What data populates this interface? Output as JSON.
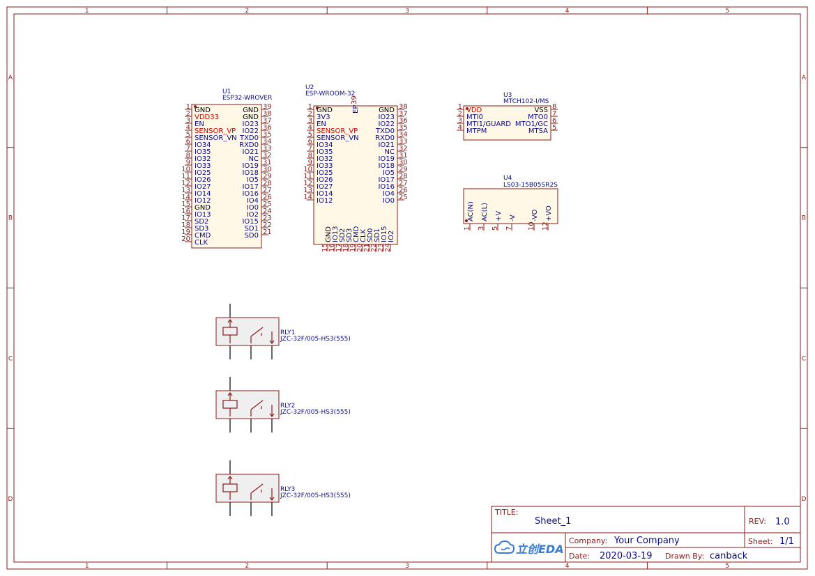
{
  "frame": {
    "columns": [
      "1",
      "2",
      "3",
      "4",
      "5"
    ],
    "rows": [
      "A",
      "B",
      "C",
      "D"
    ]
  },
  "components": {
    "u1": {
      "ref": "U1",
      "part": "ESP32-WROVER",
      "left_pins": [
        {
          "num": "1",
          "name": "GND",
          "kind": "gnd"
        },
        {
          "num": "2",
          "name": "VDD33",
          "kind": "pw"
        },
        {
          "num": "3",
          "name": "EN",
          "kind": "io"
        },
        {
          "num": "4",
          "name": "SENSOR_VP",
          "kind": "pw"
        },
        {
          "num": "5",
          "name": "SENSOR_VN",
          "kind": "io"
        },
        {
          "num": "6",
          "name": "IO34",
          "kind": "io"
        },
        {
          "num": "7",
          "name": "IO35",
          "kind": "io"
        },
        {
          "num": "8",
          "name": "IO32",
          "kind": "io"
        },
        {
          "num": "9",
          "name": "IO33",
          "kind": "io"
        },
        {
          "num": "10",
          "name": "IO25",
          "kind": "io"
        },
        {
          "num": "11",
          "name": "IO26",
          "kind": "io"
        },
        {
          "num": "12",
          "name": "IO27",
          "kind": "io"
        },
        {
          "num": "13",
          "name": "IO14",
          "kind": "io"
        },
        {
          "num": "14",
          "name": "IO12",
          "kind": "io"
        },
        {
          "num": "15",
          "name": "GND",
          "kind": "gnd"
        },
        {
          "num": "16",
          "name": "IO13",
          "kind": "io"
        },
        {
          "num": "17",
          "name": "SD2",
          "kind": "io"
        },
        {
          "num": "18",
          "name": "SD3",
          "kind": "io"
        },
        {
          "num": "19",
          "name": "CMD",
          "kind": "io"
        },
        {
          "num": "20",
          "name": "CLK",
          "kind": "io"
        }
      ],
      "right_pins": [
        {
          "num": "39",
          "name": "GND",
          "kind": "gnd"
        },
        {
          "num": "38",
          "name": "GND",
          "kind": "gnd"
        },
        {
          "num": "37",
          "name": "IO23",
          "kind": "io"
        },
        {
          "num": "36",
          "name": "IO22",
          "kind": "io"
        },
        {
          "num": "35",
          "name": "TXD0",
          "kind": "io"
        },
        {
          "num": "34",
          "name": "RXD0",
          "kind": "io"
        },
        {
          "num": "33",
          "name": "IO21",
          "kind": "io"
        },
        {
          "num": "32",
          "name": "NC",
          "kind": "io"
        },
        {
          "num": "31",
          "name": "IO19",
          "kind": "io"
        },
        {
          "num": "30",
          "name": "IO18",
          "kind": "io"
        },
        {
          "num": "29",
          "name": "IO5",
          "kind": "io"
        },
        {
          "num": "28",
          "name": "IO17",
          "kind": "io"
        },
        {
          "num": "27",
          "name": "IO16",
          "kind": "io"
        },
        {
          "num": "26",
          "name": "IO4",
          "kind": "io"
        },
        {
          "num": "25",
          "name": "IO0",
          "kind": "io"
        },
        {
          "num": "24",
          "name": "IO2",
          "kind": "io"
        },
        {
          "num": "23",
          "name": "IO15",
          "kind": "io"
        },
        {
          "num": "22",
          "name": "SD1",
          "kind": "io"
        },
        {
          "num": "21",
          "name": "SD0",
          "kind": "io"
        }
      ]
    },
    "u2": {
      "ref": "U2",
      "part": "ESP-WROOM-32",
      "ep_pin": {
        "num": "39",
        "name": "EP"
      },
      "left_pins": [
        {
          "num": "1",
          "name": "GND",
          "kind": "gnd"
        },
        {
          "num": "2",
          "name": "3V3",
          "kind": "io"
        },
        {
          "num": "3",
          "name": "EN",
          "kind": "io"
        },
        {
          "num": "4",
          "name": "SENSOR_VP",
          "kind": "pw"
        },
        {
          "num": "5",
          "name": "SENSOR_VN",
          "kind": "io"
        },
        {
          "num": "6",
          "name": "IO34",
          "kind": "io"
        },
        {
          "num": "7",
          "name": "IO35",
          "kind": "io"
        },
        {
          "num": "8",
          "name": "IO32",
          "kind": "io"
        },
        {
          "num": "9",
          "name": "IO33",
          "kind": "io"
        },
        {
          "num": "10",
          "name": "IO25",
          "kind": "io"
        },
        {
          "num": "11",
          "name": "IO26",
          "kind": "io"
        },
        {
          "num": "12",
          "name": "IO27",
          "kind": "io"
        },
        {
          "num": "13",
          "name": "IO14",
          "kind": "io"
        },
        {
          "num": "14",
          "name": "IO12",
          "kind": "io"
        }
      ],
      "right_pins": [
        {
          "num": "38",
          "name": "GND",
          "kind": "gnd"
        },
        {
          "num": "37",
          "name": "IO23",
          "kind": "io"
        },
        {
          "num": "36",
          "name": "IO22",
          "kind": "io"
        },
        {
          "num": "35",
          "name": "TXD0",
          "kind": "io"
        },
        {
          "num": "34",
          "name": "RXD0",
          "kind": "io"
        },
        {
          "num": "33",
          "name": "IO21",
          "kind": "io"
        },
        {
          "num": "32",
          "name": "NC",
          "kind": "io"
        },
        {
          "num": "31",
          "name": "IO19",
          "kind": "io"
        },
        {
          "num": "30",
          "name": "IO18",
          "kind": "io"
        },
        {
          "num": "29",
          "name": "IO5",
          "kind": "io"
        },
        {
          "num": "28",
          "name": "IO17",
          "kind": "io"
        },
        {
          "num": "27",
          "name": "IO16",
          "kind": "io"
        },
        {
          "num": "26",
          "name": "IO4",
          "kind": "io"
        },
        {
          "num": "25",
          "name": "IO0",
          "kind": "io"
        }
      ],
      "bottom_pins": [
        {
          "num": "15",
          "name": "GND",
          "kind": "gnd"
        },
        {
          "num": "16",
          "name": "IO13",
          "kind": "io"
        },
        {
          "num": "17",
          "name": "SD2",
          "kind": "io"
        },
        {
          "num": "18",
          "name": "SD3",
          "kind": "io"
        },
        {
          "num": "19",
          "name": "CMD",
          "kind": "io"
        },
        {
          "num": "20",
          "name": "CLK",
          "kind": "io"
        },
        {
          "num": "21",
          "name": "SD0",
          "kind": "io"
        },
        {
          "num": "22",
          "name": "SD1",
          "kind": "io"
        },
        {
          "num": "23",
          "name": "IO15",
          "kind": "io"
        },
        {
          "num": "24",
          "name": "IO2",
          "kind": "io"
        }
      ]
    },
    "u3": {
      "ref": "U3",
      "part": "MTCH102-I/MS",
      "left_pins": [
        {
          "num": "1",
          "name": "VDD",
          "kind": "pw"
        },
        {
          "num": "2",
          "name": "MTI0",
          "kind": "io"
        },
        {
          "num": "3",
          "name": "MTI1/GUARD",
          "kind": "io"
        },
        {
          "num": "4",
          "name": "MTPM",
          "kind": "io"
        }
      ],
      "right_pins": [
        {
          "num": "8",
          "name": "VSS",
          "kind": "gnd"
        },
        {
          "num": "7",
          "name": "MTO0",
          "kind": "io"
        },
        {
          "num": "6",
          "name": "MTO1/GC",
          "kind": "io"
        },
        {
          "num": "5",
          "name": "MTSA",
          "kind": "io"
        }
      ]
    },
    "u4": {
      "ref": "U4",
      "part": "LS03-15B05SR2S",
      "bottom_pins": [
        {
          "num": "1",
          "name": "AC(N)",
          "kind": "io"
        },
        {
          "num": "3",
          "name": "AC(L)",
          "kind": "io"
        },
        {
          "num": "5",
          "name": "+V",
          "kind": "io"
        },
        {
          "num": "7",
          "name": "-V",
          "kind": "io"
        },
        {
          "num": "10",
          "name": "-VO",
          "kind": "io"
        },
        {
          "num": "12",
          "name": "+VO",
          "kind": "io"
        }
      ]
    },
    "relays": [
      {
        "ref": "RLY1",
        "part": "JZC-32F/005-HS3(555)"
      },
      {
        "ref": "RLY2",
        "part": "JZC-32F/005-HS3(555)"
      },
      {
        "ref": "RLY3",
        "part": "JZC-32F/005-HS3(555)"
      }
    ]
  },
  "title_block": {
    "title_label": "TITLE:",
    "title": "Sheet_1",
    "rev_label": "REV:",
    "rev": "1.0",
    "company_label": "Company:",
    "company": "Your Company",
    "sheet_label": "Sheet:",
    "sheet": "1/1",
    "date_label": "Date:",
    "date": "2020-03-19",
    "drawn_label": "Drawn By:",
    "drawn_by": "canback",
    "logo_text": "立创EDA",
    "logo_icon": "cloud-icon"
  }
}
